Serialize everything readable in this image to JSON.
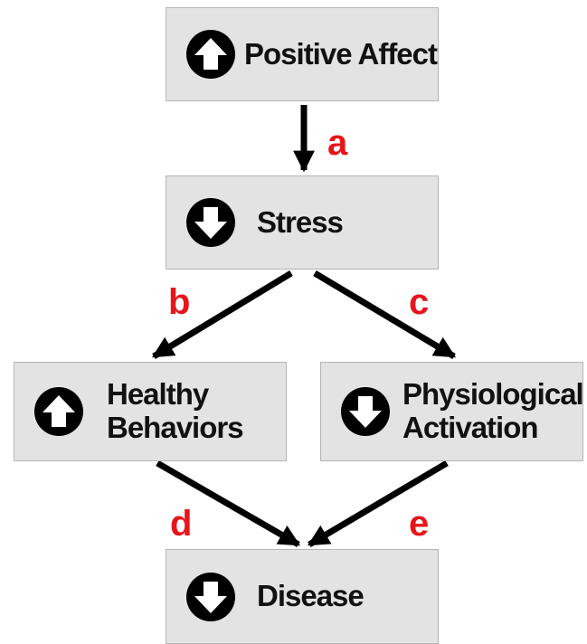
{
  "diagram": {
    "nodes": [
      {
        "id": "positive-affect",
        "label_lines": [
          "Positive Affect"
        ],
        "direction": "up"
      },
      {
        "id": "stress",
        "label_lines": [
          "Stress"
        ],
        "direction": "down"
      },
      {
        "id": "healthy-behaviors",
        "label_lines": [
          "Healthy",
          "Behaviors"
        ],
        "direction": "up"
      },
      {
        "id": "physiological-activation",
        "label_lines": [
          "Physiological",
          "Activation"
        ],
        "direction": "down"
      },
      {
        "id": "disease",
        "label_lines": [
          "Disease"
        ],
        "direction": "down"
      }
    ],
    "edges": [
      {
        "from": "positive-affect",
        "to": "stress",
        "label": "a"
      },
      {
        "from": "stress",
        "to": "healthy-behaviors",
        "label": "b"
      },
      {
        "from": "stress",
        "to": "physiological-activation",
        "label": "c"
      },
      {
        "from": "healthy-behaviors",
        "to": "disease",
        "label": "d"
      },
      {
        "from": "physiological-activation",
        "to": "disease",
        "label": "e"
      }
    ],
    "colors": {
      "box_fill": "#e3e3e3",
      "box_border": "#b5b5b5",
      "text": "#111111",
      "arrow": "#000000",
      "edge_label": "#e8141b"
    }
  }
}
